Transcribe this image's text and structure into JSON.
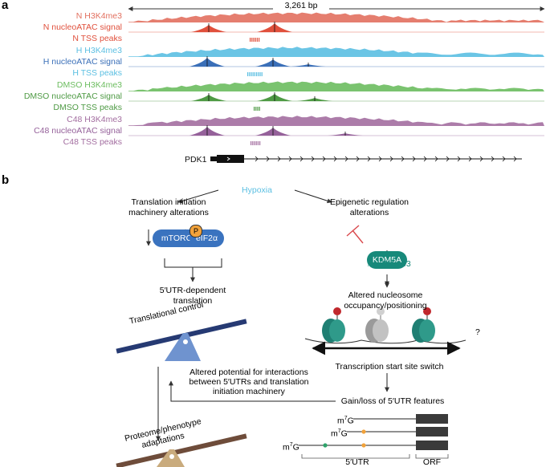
{
  "panel_a": {
    "letter": "a",
    "scale_label": "3,261 bp",
    "gene_label": "PDK1",
    "tracks": [
      {
        "label": "N H3K4me3",
        "color": "#e2705f"
      },
      {
        "label": "N nucleoATAC signal",
        "color": "#e0503c"
      },
      {
        "label": "N TSS peaks",
        "color": "#e0503c"
      },
      {
        "label": "H H3K4me3",
        "color": "#5bbfe2"
      },
      {
        "label": "H nucleoATAC signal",
        "color": "#3a6fb8"
      },
      {
        "label": "H TSS peaks",
        "color": "#5bbfe2"
      },
      {
        "label": "DMSO H3K4me3",
        "color": "#6cbd5f"
      },
      {
        "label": "DMSO nucleoATAC signal",
        "color": "#4e9a44"
      },
      {
        "label": "DMSO TSS peaks",
        "color": "#4e9a44"
      },
      {
        "label": "C48 H3K4me3",
        "color": "#a36ea0"
      },
      {
        "label": "C48 nucleoATAC signal",
        "color": "#95619a"
      },
      {
        "label": "C48 TSS peaks",
        "color": "#a36ea0"
      }
    ]
  },
  "panel_b": {
    "letter": "b",
    "hypoxia": "Hypoxia",
    "left_heading": [
      "Translation initiation",
      "machinery alterations"
    ],
    "right_heading": [
      "Epigenetic regulation",
      "alterations"
    ],
    "mtorc1": "mTORC1",
    "eif2a": "eIF2α",
    "phospho": "P",
    "kdm5a": "KDM5A",
    "h3k4me3": "H3K4me3",
    "utr_translation": [
      "5′UTR-dependent",
      "translation"
    ],
    "translational_control": "Translational control",
    "nucleosome": [
      "Altered nucleosome",
      "occupancy/positioning"
    ],
    "question": "?",
    "tss_switch": "Transcription start site switch",
    "altered_potential": [
      "Altered potential for interactions",
      "between 5′UTRs and translation",
      "initiation machinery"
    ],
    "gain_loss": "Gain/loss of 5′UTR features",
    "proteome": [
      "Proteome/phenotype",
      "adaptations"
    ],
    "m7g": "m",
    "m7g_sup": "7",
    "m7g_g": "G",
    "utr_label": "5′UTR",
    "orf_label": "ORF"
  },
  "colors": {
    "pill_blue": "#3a73bf",
    "teal": "#17897a",
    "navy_bar": "#263a73",
    "brown_bar": "#6e4c3a",
    "fulcrum_blue": "#6f93cf",
    "fulcrum_tan": "#c9ab7d",
    "hypoxia": "#5bbfe2",
    "orange": "#f2a23a"
  }
}
